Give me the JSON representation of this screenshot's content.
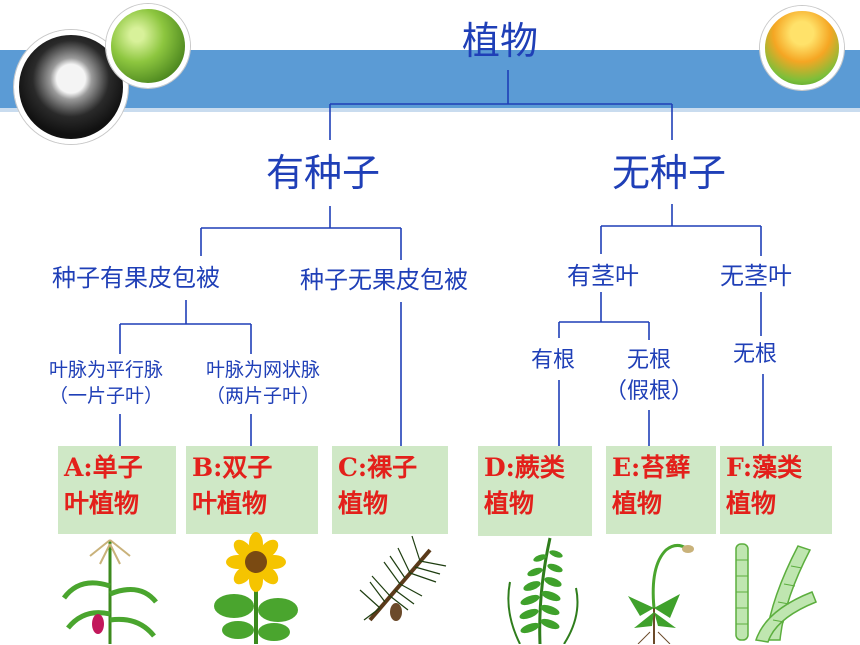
{
  "diagram": {
    "root": "植物",
    "level1": {
      "left": "有种子",
      "right": "无种子"
    },
    "level2": {
      "seed_with_pericarp": "种子有果皮包被",
      "seed_without_pericarp": "种子无果皮包被",
      "with_stem_leaf": "有茎叶",
      "without_stem_leaf": "无茎叶"
    },
    "level3": {
      "parallel_veins_line1": "叶脉为平行脉",
      "parallel_veins_line2": "（一片子叶）",
      "net_veins_line1": "叶脉为网状脉",
      "net_veins_line2": "（两片子叶）",
      "has_root": "有根",
      "no_root_line1": "无根",
      "no_root_line2": "（假根）",
      "no_root_algae": "无根"
    },
    "categories": {
      "a_line1": "A:单子",
      "a_line2": "叶植物",
      "b_line1": "B:双子",
      "b_line2": "叶植物",
      "c_line1": "C:裸子",
      "c_line2": "植物",
      "d_line1": "D:蕨类",
      "d_line2": "植物",
      "e_line1": "E:苔藓",
      "e_line2": "植物",
      "f_line1": "F:藻类",
      "f_line2": "植物"
    }
  },
  "colors": {
    "label_blue": "#1f3fb7",
    "category_red": "#e3201b",
    "box_green": "#cfe8c6",
    "band_blue": "#5b9bd5"
  },
  "icons": [
    "dandelion-icon",
    "leaf-drop-icon",
    "flower-icon",
    "corn-icon",
    "sunflower-icon",
    "pine-icon",
    "fern-icon",
    "moss-icon",
    "algae-icon"
  ]
}
